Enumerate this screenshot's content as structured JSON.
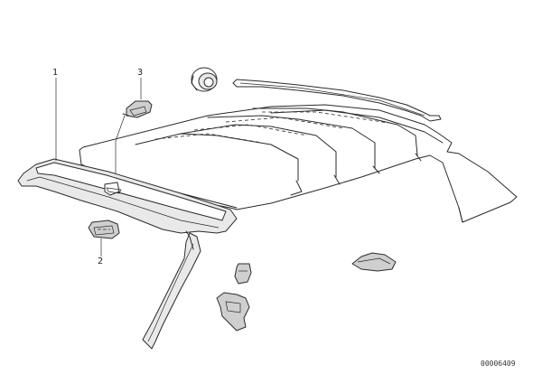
{
  "callouts": {
    "c1": "1",
    "c2": "2",
    "c3": "3"
  },
  "reference_number": "00006409",
  "colors": {
    "line": "#2b2b2b",
    "background": "#ffffff",
    "part_fill": "#e9e9e9"
  }
}
